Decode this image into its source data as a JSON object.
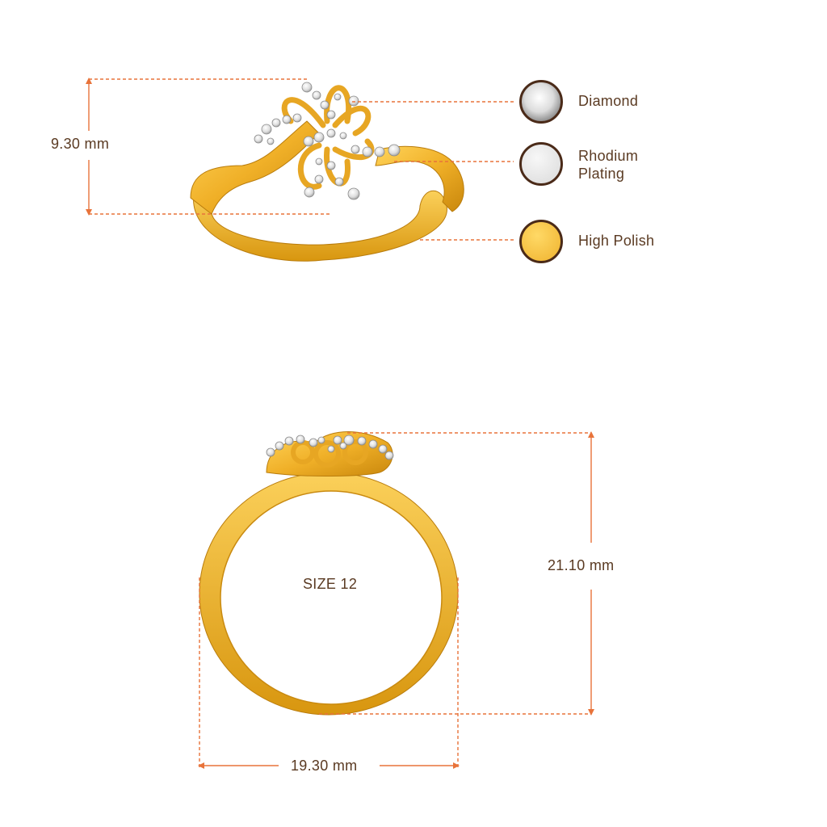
{
  "dimensions": {
    "height": "9.30 mm",
    "outer_height": "21.10 mm",
    "outer_width": "19.30 mm",
    "size": "SIZE 12"
  },
  "legend": [
    {
      "label": "Diamond",
      "icon": "diamond-swatch-icon",
      "color": "#e8e8e8"
    },
    {
      "label": "Rhodium\nPlating",
      "icon": "rhodium-swatch-icon",
      "color": "#e6e6e6"
    },
    {
      "label": "High Polish",
      "icon": "gold-swatch-icon",
      "color": "#f2b632"
    }
  ],
  "colors": {
    "dimension_line": "#e8733a",
    "gold": "#f2b632",
    "gold_dark": "#c98a10",
    "text": "#5a3a22"
  }
}
